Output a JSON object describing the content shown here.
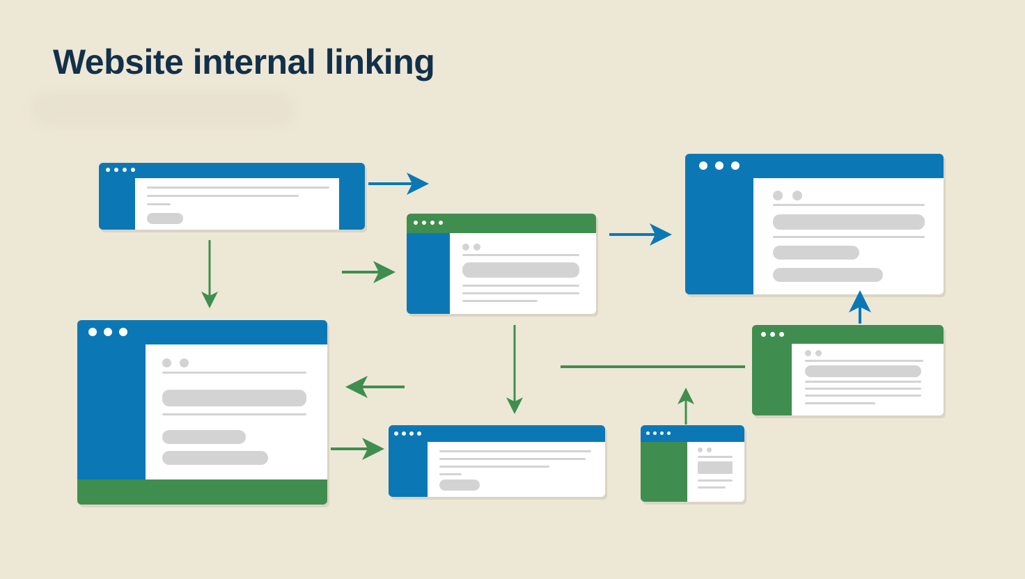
{
  "title": "Website internal linking",
  "colors": {
    "background": "#ede7d6",
    "title": "#12304a",
    "blue": "#0b78b5",
    "green": "#3f8e4f",
    "placeholder": "#d3d3d3"
  },
  "diagram": {
    "nodes": [
      {
        "id": "page-a",
        "bar_color": "blue",
        "sidebar_color": "blue"
      },
      {
        "id": "page-b",
        "bar_color": "green",
        "sidebar_color": "blue"
      },
      {
        "id": "page-c",
        "bar_color": "blue",
        "sidebar_color": "blue"
      },
      {
        "id": "page-d",
        "bar_color": "blue",
        "sidebar_color": "blue",
        "footer_color": "green"
      },
      {
        "id": "page-e",
        "bar_color": "blue",
        "sidebar_color": "blue"
      },
      {
        "id": "page-f",
        "bar_color": "blue",
        "sidebar_color": "green"
      },
      {
        "id": "page-g",
        "bar_color": "green",
        "sidebar_color": "green"
      }
    ],
    "links": [
      {
        "from": "page-a",
        "to": "page-b",
        "color": "blue"
      },
      {
        "from": "page-a",
        "to": "page-d",
        "color": "green"
      },
      {
        "from": "page-a",
        "to": "page-b",
        "color": "green"
      },
      {
        "from": "page-b",
        "to": "page-c",
        "color": "blue"
      },
      {
        "from": "page-b",
        "to": "page-e",
        "color": "green"
      },
      {
        "from": "page-e",
        "to": "page-d",
        "color": "green"
      },
      {
        "from": "page-d",
        "to": "page-e",
        "color": "green"
      },
      {
        "from": "page-g",
        "to": "page-e",
        "color": "green"
      },
      {
        "from": "page-f",
        "to": "page-g",
        "color": "green"
      },
      {
        "from": "page-g",
        "to": "page-c",
        "color": "blue"
      }
    ]
  }
}
